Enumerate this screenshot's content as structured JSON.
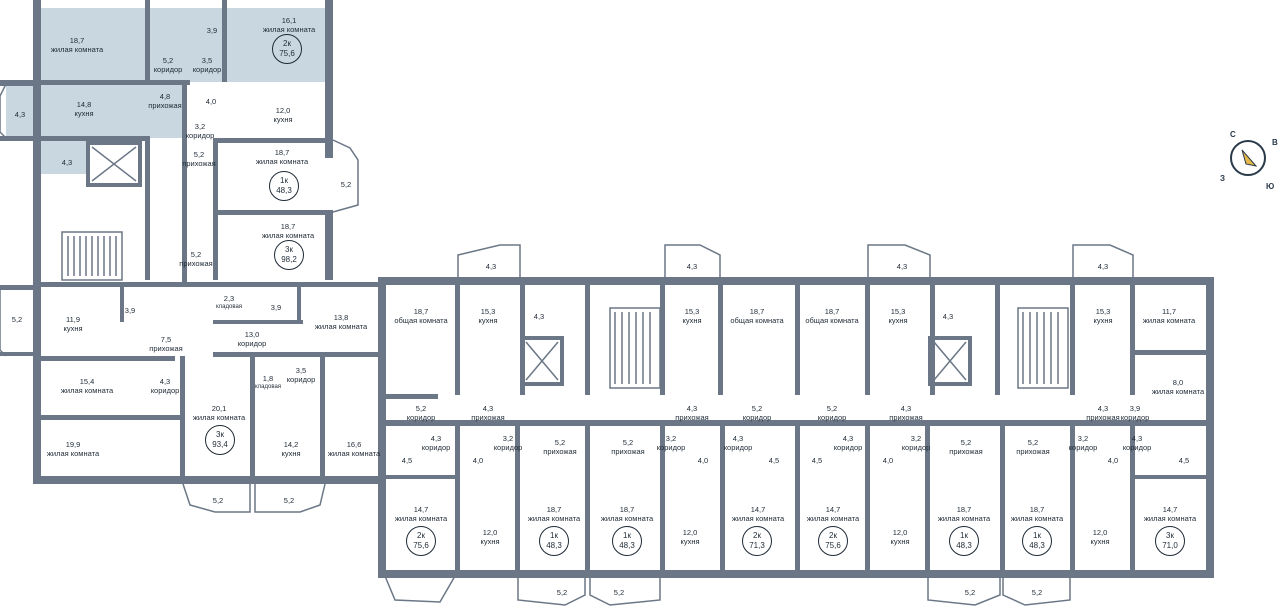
{
  "rooms": [
    {
      "id": "r1",
      "area": "18,7",
      "name": "жилая комната"
    },
    {
      "id": "r2",
      "area": "16,1",
      "name": "жилая комната"
    },
    {
      "id": "r3",
      "area": "3,9",
      "name": ""
    },
    {
      "id": "r4",
      "area": "5,2",
      "name": "коридор"
    },
    {
      "id": "r5",
      "area": "3,5",
      "name": "коридор"
    },
    {
      "id": "r6",
      "area": "4,3",
      "name": ""
    },
    {
      "id": "r7",
      "area": "14,8",
      "name": "кухня"
    },
    {
      "id": "r8",
      "area": "4,8",
      "name": "прихожая"
    },
    {
      "id": "r9",
      "area": "4,0",
      "name": ""
    },
    {
      "id": "r10",
      "area": "12,0",
      "name": "кухня"
    },
    {
      "id": "r11",
      "area": "3,2",
      "name": "коридор"
    },
    {
      "id": "r12",
      "area": "4,3",
      "name": ""
    },
    {
      "id": "r13",
      "area": "5,2",
      "name": "прихожая"
    },
    {
      "id": "r14",
      "area": "18,7",
      "name": "жилая комната"
    },
    {
      "id": "r15",
      "area": "5,2",
      "name": ""
    },
    {
      "id": "r16",
      "area": "18,7",
      "name": "жилая комната"
    },
    {
      "id": "r17",
      "area": "5,2",
      "name": "прихожая"
    },
    {
      "id": "r18",
      "area": "5,2",
      "name": ""
    },
    {
      "id": "r19",
      "area": "11,9",
      "name": "кухня"
    },
    {
      "id": "r20",
      "area": "3,9",
      "name": ""
    },
    {
      "id": "r21",
      "area": "2,3",
      "name": "кладовая"
    },
    {
      "id": "r22",
      "area": "3,9",
      "name": ""
    },
    {
      "id": "r23",
      "area": "13,8",
      "name": "жилая комната"
    },
    {
      "id": "r24",
      "area": "13,0",
      "name": "коридор"
    },
    {
      "id": "r25",
      "area": "7,5",
      "name": "прихожая"
    },
    {
      "id": "r26",
      "area": "15,4",
      "name": "жилая комната"
    },
    {
      "id": "r27",
      "area": "4,3",
      "name": "коридор"
    },
    {
      "id": "r28",
      "area": "3,5",
      "name": "коридор"
    },
    {
      "id": "r29",
      "area": "1,8",
      "name": "кладовая"
    },
    {
      "id": "r30",
      "area": "20,1",
      "name": "жилая комната"
    },
    {
      "id": "r31",
      "area": "19,9",
      "name": "жилая комната"
    },
    {
      "id": "r32",
      "area": "14,2",
      "name": "кухня"
    },
    {
      "id": "r33",
      "area": "16,6",
      "name": "жилая комната"
    },
    {
      "id": "r34",
      "area": "5,2",
      "name": ""
    },
    {
      "id": "r35",
      "area": "5,2",
      "name": ""
    },
    {
      "id": "r36",
      "area": "18,7",
      "name": "общая комната"
    },
    {
      "id": "r37",
      "area": "15,3",
      "name": "кухня"
    },
    {
      "id": "r38",
      "area": "4,3",
      "name": ""
    },
    {
      "id": "r39",
      "area": "4,3",
      "name": ""
    },
    {
      "id": "r40",
      "area": "4,3",
      "name": ""
    },
    {
      "id": "r41",
      "area": "15,3",
      "name": "кухня"
    },
    {
      "id": "r42",
      "area": "18,7",
      "name": "общая комната"
    },
    {
      "id": "r43",
      "area": "18,7",
      "name": "общая комната"
    },
    {
      "id": "r44",
      "area": "4,3",
      "name": ""
    },
    {
      "id": "r45",
      "area": "15,3",
      "name": "кухня"
    },
    {
      "id": "r46",
      "area": "4,3",
      "name": ""
    },
    {
      "id": "r47",
      "area": "4,3",
      "name": ""
    },
    {
      "id": "r48",
      "area": "15,3",
      "name": "кухня"
    },
    {
      "id": "r49",
      "area": "11,7",
      "name": "жилая комната"
    },
    {
      "id": "r50",
      "area": "5,2",
      "name": "коридор"
    },
    {
      "id": "r51",
      "area": "4,3",
      "name": "прихожая"
    },
    {
      "id": "r52",
      "area": "4,3",
      "name": "прихожая"
    },
    {
      "id": "r53",
      "area": "5,2",
      "name": "коридор"
    },
    {
      "id": "r54",
      "area": "5,2",
      "name": "коридор"
    },
    {
      "id": "r55",
      "area": "4,3",
      "name": "прихожая"
    },
    {
      "id": "r56",
      "area": "4,3",
      "name": "прихожая"
    },
    {
      "id": "r57",
      "area": "3,9",
      "name": "коридор"
    },
    {
      "id": "r58",
      "area": "8,0",
      "name": "жилая комната"
    },
    {
      "id": "r59",
      "area": "4,3",
      "name": "коридор"
    },
    {
      "id": "r60",
      "area": "3,2",
      "name": "коридор"
    },
    {
      "id": "r61",
      "area": "5,2",
      "name": "прихожая"
    },
    {
      "id": "r62",
      "area": "5,2",
      "name": "прихожая"
    },
    {
      "id": "r63",
      "area": "3,2",
      "name": "коридор"
    },
    {
      "id": "r64",
      "area": "4,3",
      "name": "коридор"
    },
    {
      "id": "r65",
      "area": "4,3",
      "name": "коридор"
    },
    {
      "id": "r66",
      "area": "3,2",
      "name": "коридор"
    },
    {
      "id": "r67",
      "area": "5,2",
      "name": "прихожая"
    },
    {
      "id": "r68",
      "area": "5,2",
      "name": "прихожая"
    },
    {
      "id": "r69",
      "area": "3,2",
      "name": "коридор"
    },
    {
      "id": "r70",
      "area": "4,3",
      "name": "коридор"
    },
    {
      "id": "r71",
      "area": "4,5",
      "name": ""
    },
    {
      "id": "r72",
      "area": "4,0",
      "name": ""
    },
    {
      "id": "r73",
      "area": "4,0",
      "name": ""
    },
    {
      "id": "r74",
      "area": "4,5",
      "name": ""
    },
    {
      "id": "r75",
      "area": "4,5",
      "name": ""
    },
    {
      "id": "r76",
      "area": "4,0",
      "name": ""
    },
    {
      "id": "r77",
      "area": "4,0",
      "name": ""
    },
    {
      "id": "r78",
      "area": "4,5",
      "name": ""
    },
    {
      "id": "r79",
      "area": "14,7",
      "name": "жилая комната"
    },
    {
      "id": "r80",
      "area": "12,0",
      "name": "кухня"
    },
    {
      "id": "r81",
      "area": "18,7",
      "name": "жилая комната"
    },
    {
      "id": "r82",
      "area": "18,7",
      "name": "жилая комната"
    },
    {
      "id": "r83",
      "area": "12,0",
      "name": "кухня"
    },
    {
      "id": "r84",
      "area": "14,7",
      "name": "жилая комната"
    },
    {
      "id": "r85",
      "area": "14,7",
      "name": "жилая комната"
    },
    {
      "id": "r86",
      "area": "12,0",
      "name": "кухня"
    },
    {
      "id": "r87",
      "area": "18,7",
      "name": "жилая комната"
    },
    {
      "id": "r88",
      "area": "18,7",
      "name": "жилая комната"
    },
    {
      "id": "r89",
      "area": "12,0",
      "name": "кухня"
    },
    {
      "id": "r90",
      "area": "14,7",
      "name": "жилая комната"
    },
    {
      "id": "r91",
      "area": "5,2",
      "name": ""
    },
    {
      "id": "r92",
      "area": "5,2",
      "name": ""
    },
    {
      "id": "r93",
      "area": "5,2",
      "name": ""
    },
    {
      "id": "r94",
      "area": "5,2",
      "name": ""
    }
  ],
  "apartments": [
    {
      "id": "a1",
      "rooms": "2к",
      "area": "75,6"
    },
    {
      "id": "a2",
      "rooms": "1к",
      "area": "48,3"
    },
    {
      "id": "a3",
      "rooms": "3к",
      "area": "98,2"
    },
    {
      "id": "a4",
      "rooms": "3к",
      "area": "93,4"
    },
    {
      "id": "a5",
      "rooms": "2к",
      "area": "75,6"
    },
    {
      "id": "a6",
      "rooms": "1к",
      "area": "48,3"
    },
    {
      "id": "a7",
      "rooms": "1к",
      "area": "48,3"
    },
    {
      "id": "a8",
      "rooms": "2к",
      "area": "71,3"
    },
    {
      "id": "a9",
      "rooms": "2к",
      "area": "75,6"
    },
    {
      "id": "a10",
      "rooms": "1к",
      "area": "48,3"
    },
    {
      "id": "a11",
      "rooms": "1к",
      "area": "48,3"
    },
    {
      "id": "a12",
      "rooms": "3к",
      "area": "71,0"
    }
  ],
  "compass": {
    "north": "С",
    "east": "В",
    "south": "Ю",
    "west": "З"
  },
  "colors": {
    "wall": "#6b7786",
    "highlight": "#c9d7e0",
    "text": "#1f2a36"
  }
}
